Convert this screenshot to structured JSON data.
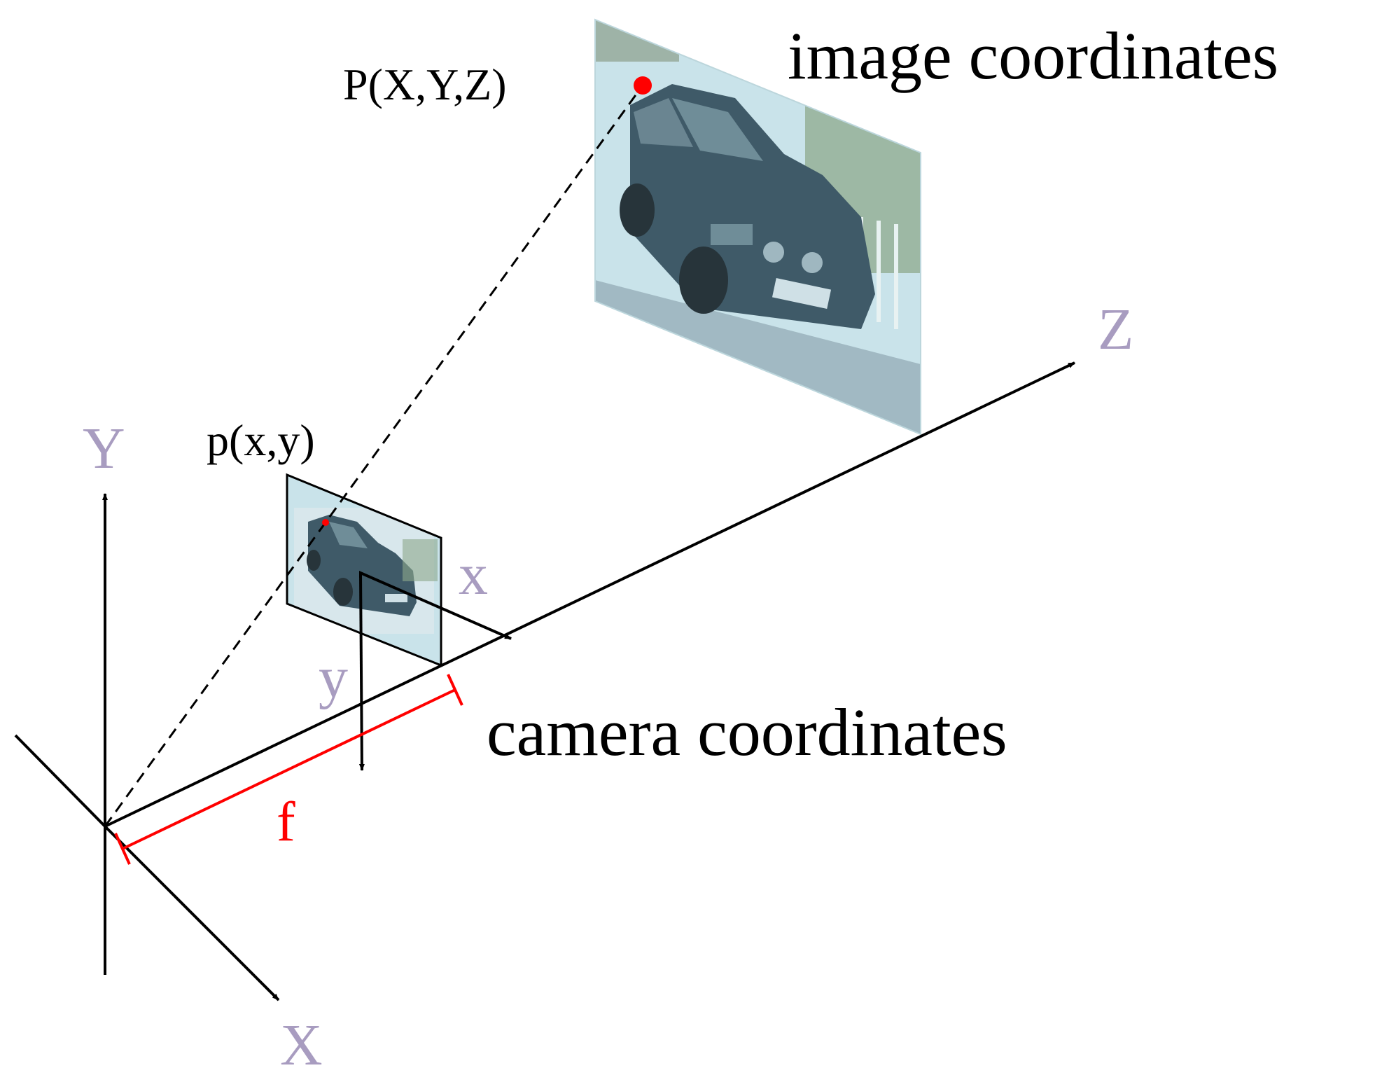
{
  "labels": {
    "image_coordinates": "image coordinates",
    "camera_coordinates": "camera coordinates",
    "world_point": "P(X,Y,Z)",
    "image_point": "p(x,y)",
    "focal_length": "f",
    "world_axis_x": "X",
    "world_axis_y": "Y",
    "world_axis_z": "Z",
    "cam_axis_x": "x",
    "cam_axis_y": "y"
  },
  "colors": {
    "axis_label": "#a89cc0",
    "focal": "#ff0000",
    "point": "#ff0000",
    "line": "#000000",
    "plane_fill": "#c9e3ea",
    "plane_edge": "#000000"
  }
}
